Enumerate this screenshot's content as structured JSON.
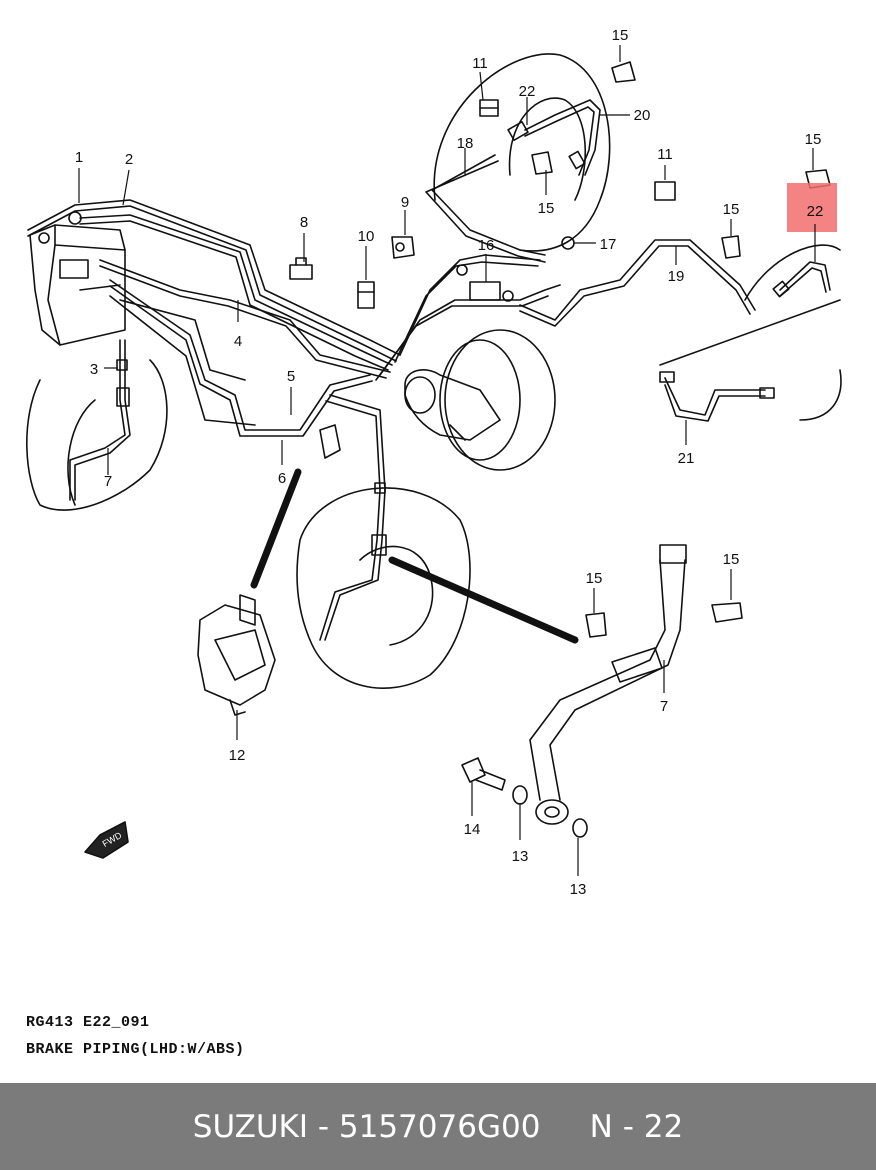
{
  "diagram": {
    "callouts": [
      "1",
      "2",
      "3",
      "4",
      "5",
      "6",
      "7",
      "8",
      "9",
      "10",
      "11",
      "12",
      "13",
      "14",
      "15",
      "16",
      "17",
      "18",
      "19",
      "20",
      "21",
      "22"
    ],
    "callout_instances": [
      {
        "label": "1"
      },
      {
        "label": "2"
      },
      {
        "label": "3"
      },
      {
        "label": "4"
      },
      {
        "label": "5"
      },
      {
        "label": "6"
      },
      {
        "label": "7"
      },
      {
        "label": "8"
      },
      {
        "label": "9"
      },
      {
        "label": "10"
      },
      {
        "label": "11"
      },
      {
        "label": "11"
      },
      {
        "label": "12"
      },
      {
        "label": "13"
      },
      {
        "label": "13"
      },
      {
        "label": "14"
      },
      {
        "label": "15"
      },
      {
        "label": "15"
      },
      {
        "label": "15"
      },
      {
        "label": "15"
      },
      {
        "label": "15"
      },
      {
        "label": "15"
      },
      {
        "label": "16"
      },
      {
        "label": "17"
      },
      {
        "label": "18"
      },
      {
        "label": "19"
      },
      {
        "label": "20"
      },
      {
        "label": "21"
      },
      {
        "label": "22"
      },
      {
        "label": "22",
        "highlighted": true
      },
      {
        "label": "7"
      }
    ],
    "fwd_label": "FWD",
    "highlight_color": "#f26d6d"
  },
  "caption": {
    "code": "RG413  E22_091",
    "title": "BRAKE PIPING(LHD:W/ABS)"
  },
  "footer": {
    "text": "SUZUKI - 5157076G00     N - 22",
    "background": "#7b7b7b"
  }
}
